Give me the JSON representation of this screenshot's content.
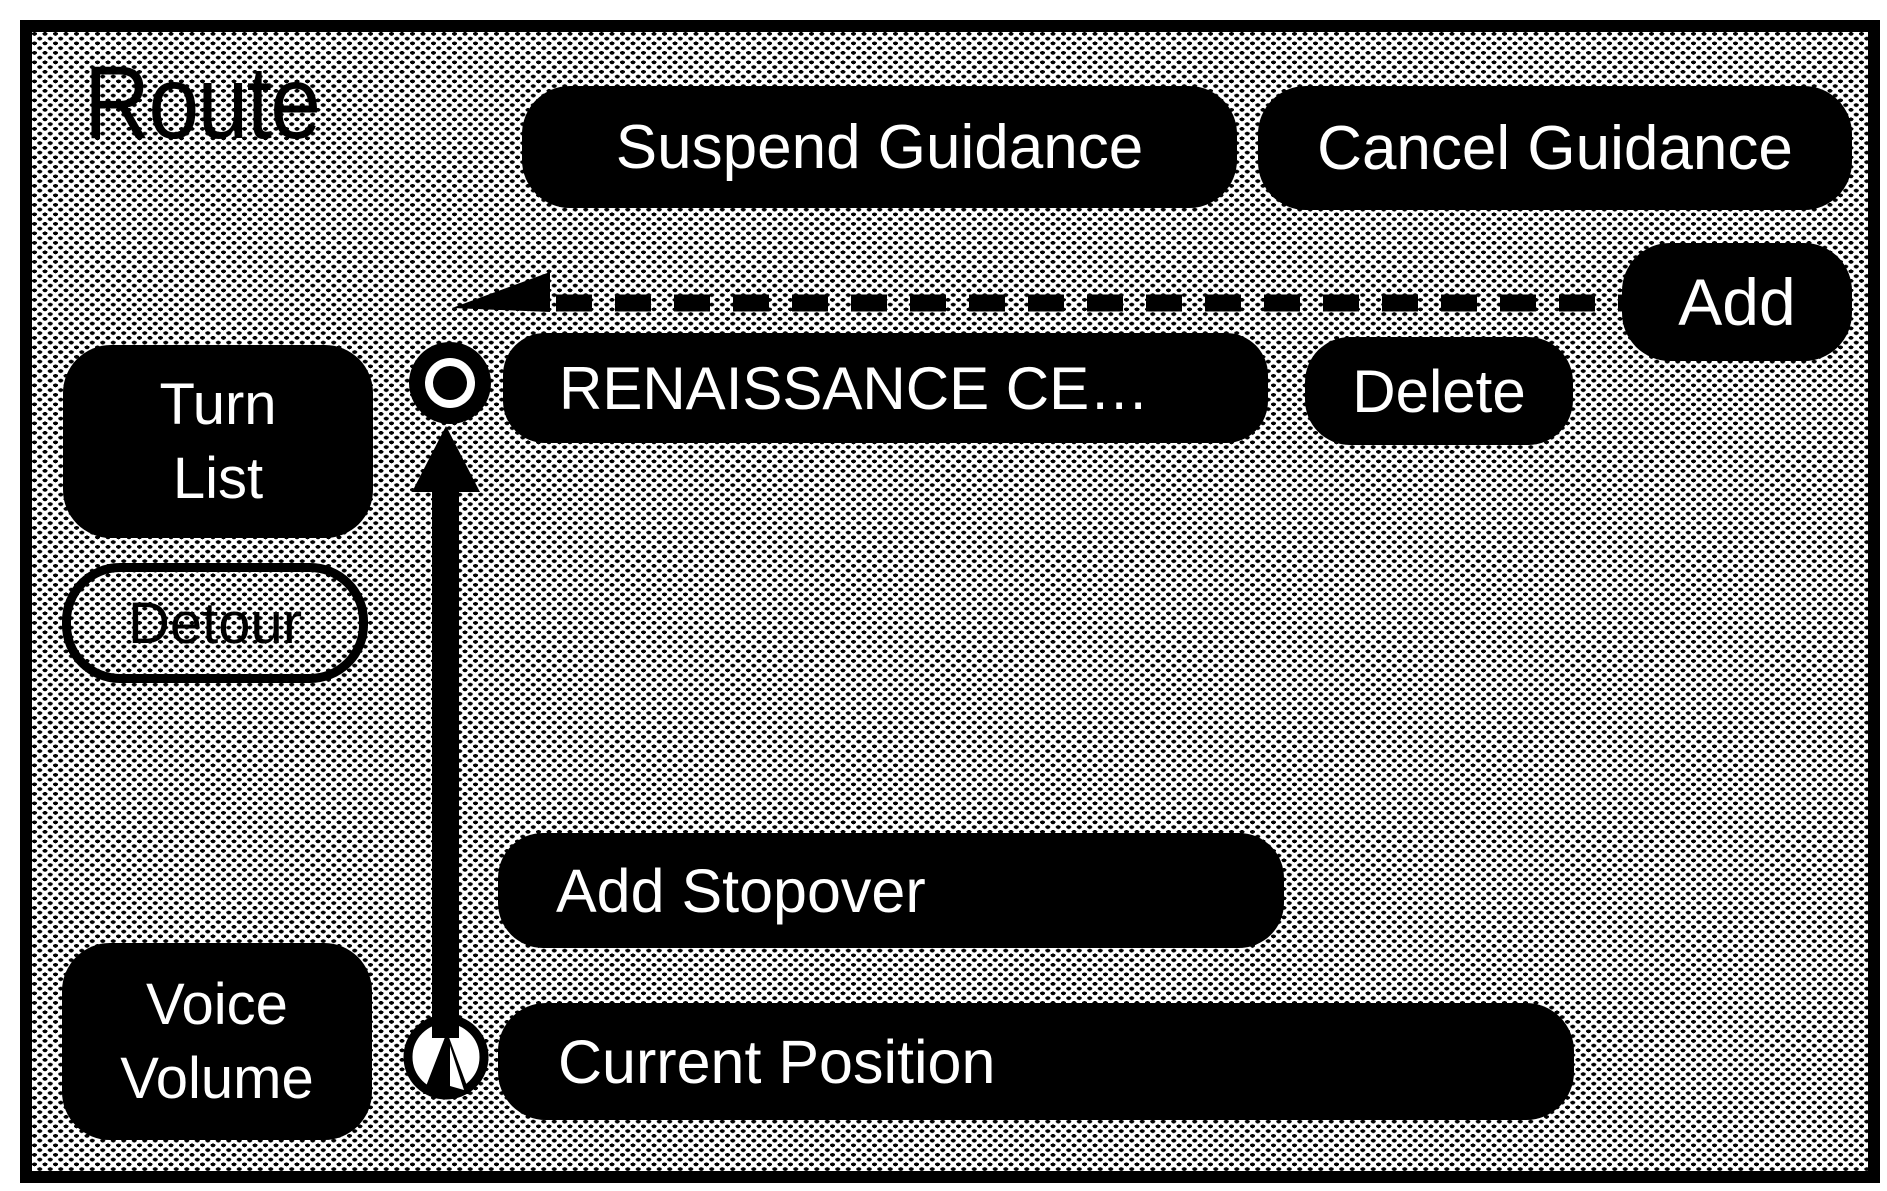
{
  "window": {
    "title": "Route"
  },
  "colors": {
    "ink": "#000000",
    "paper": "#ffffff"
  },
  "header": {
    "suspend_button": "Suspend Guidance",
    "cancel_button": "Cancel Guidance"
  },
  "left_panel": {
    "turn_list_button": {
      "line1": "Turn",
      "line2": "List"
    },
    "detour_button": "Detour",
    "voice_volume_button": {
      "line1": "Voice",
      "line2": "Volume"
    }
  },
  "route_panel": {
    "add_button": "Add",
    "destination_button": "RENAISSANCE CE…",
    "delete_button": "Delete",
    "add_stopover_button": "Add Stopover",
    "current_position_button": "Current Position"
  },
  "icons": {
    "destination_marker": "destination-ring-icon",
    "current_position_marker": "current-position-arrow-icon",
    "route_arrow": "route-up-arrow-icon",
    "add_arrow": "dashed-left-arrow-icon"
  }
}
